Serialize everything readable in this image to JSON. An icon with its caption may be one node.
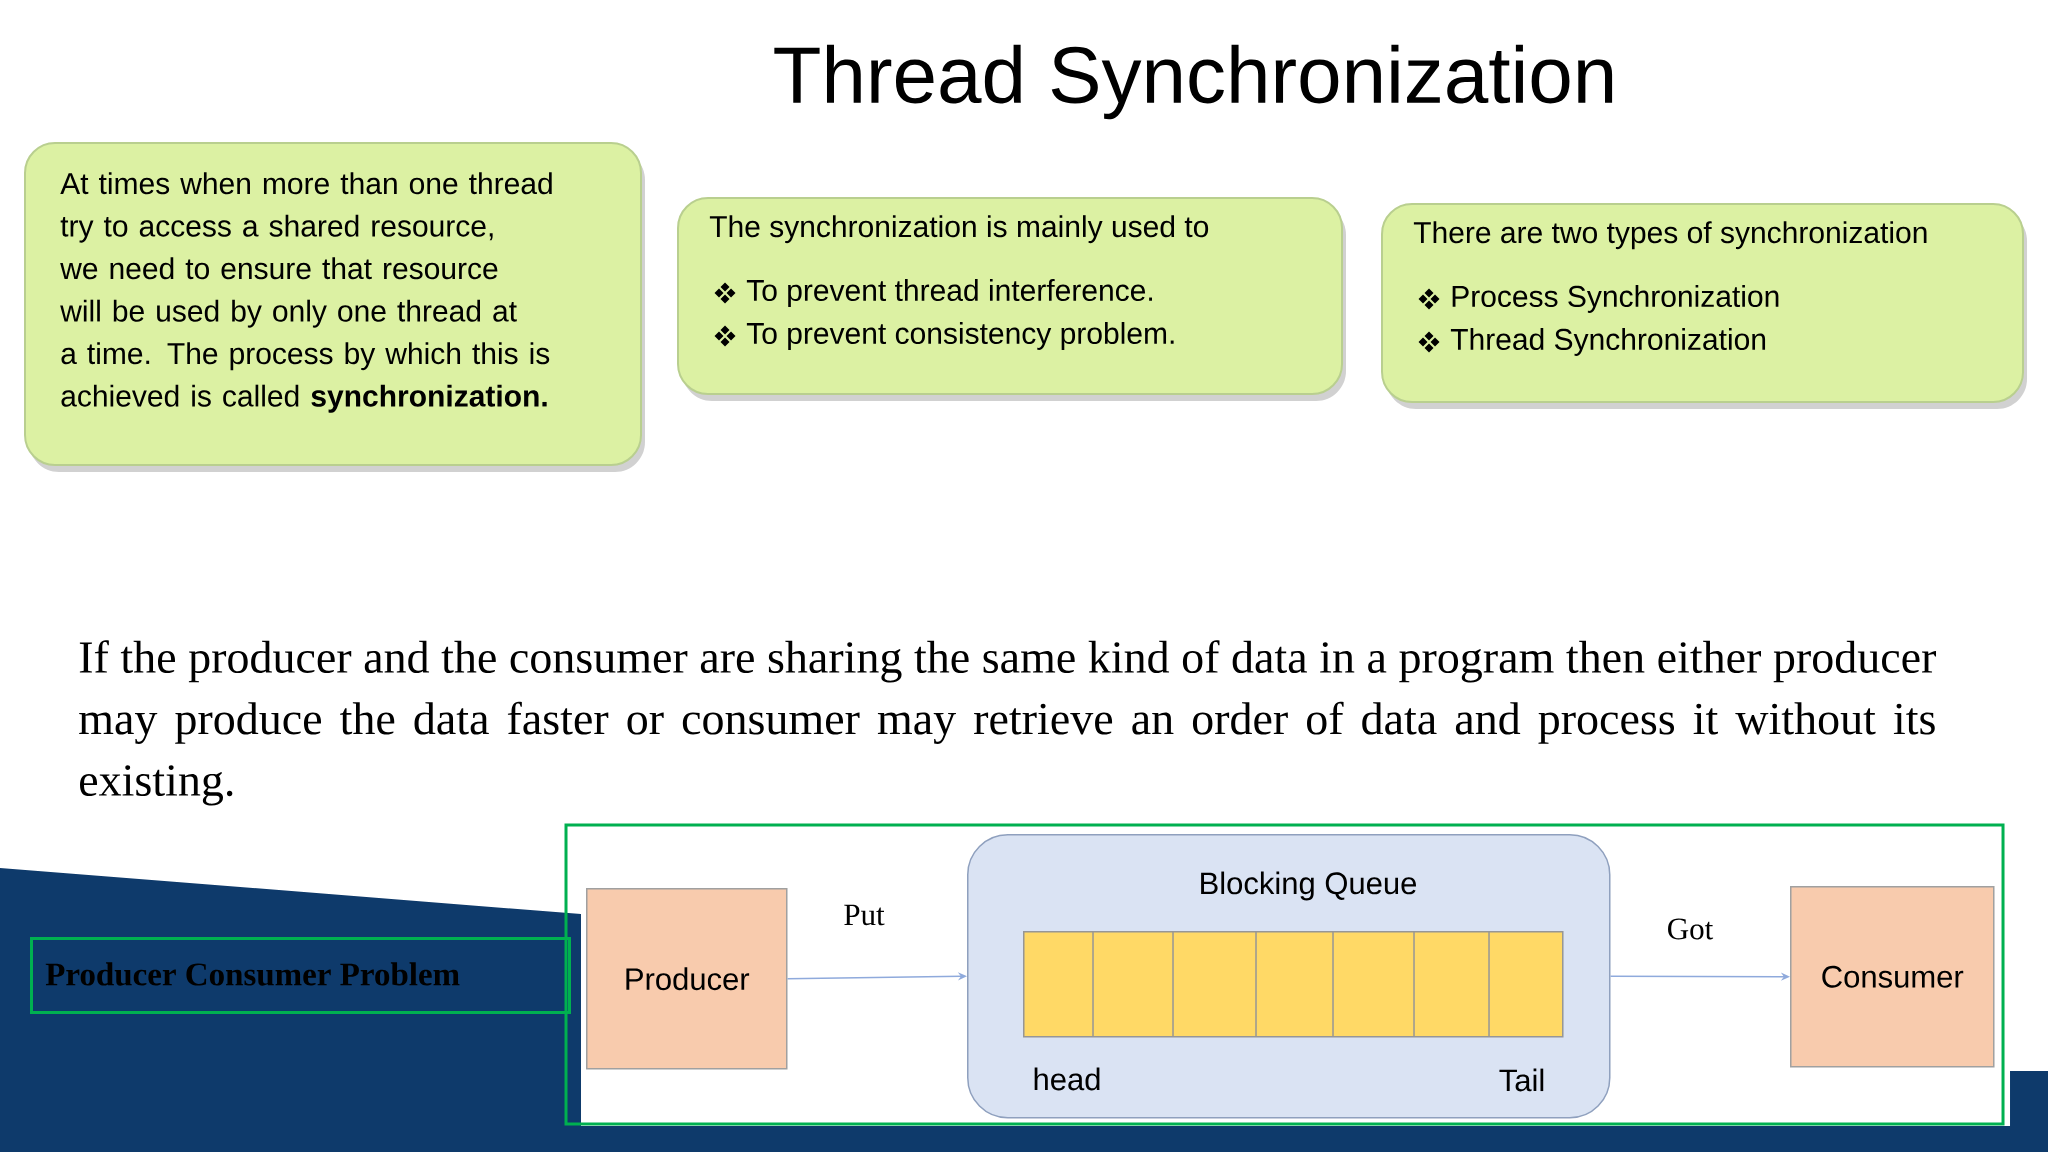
{
  "diagram": {
    "title": "Thread Synchronization",
    "nodes": [
      {
        "text": [
          "At times when more than one thread try to access a shared resource, we need to ensure that resource will be used by only one thread at a time. The process by which this is achieved is called **synchronization.**"
        ]
      },
      {
        "text": [
          "The synchronization is mainly used to",
          "To prevent thread interference.",
          "To prevent consistency problem."
        ]
      },
      {
        "text": [
          "There are two types of synchronization",
          "Process Synchronization",
          "Thread Synchronization"
        ]
      },
      {
        "text": [
          "Producer Consumer Problem"
        ]
      },
      {
        "text": [
          "Producer"
        ]
      },
      {
        "text": [
          "Blocking Queue"
        ]
      },
      {
        "text": [],
        "shape": "bar",
        "in": 5,
        "beside": [
          "head",
          "Tail"
        ]
      },
      {
        "text": [
          "Consumer"
        ]
      }
    ],
    "edges": [
      {
        "from": 4,
        "to": 5,
        "arrow": "to",
        "label": "Put"
      },
      {
        "from": 5,
        "to": 7,
        "arrow": "to",
        "label": "Got"
      }
    ],
    "labels": [
      "If the producer and the consumer are sharing the same kind of data in a program then either producer may produce the data faster or consumer may retrieve an order of data and process it without its existing."
    ]
  }
}
